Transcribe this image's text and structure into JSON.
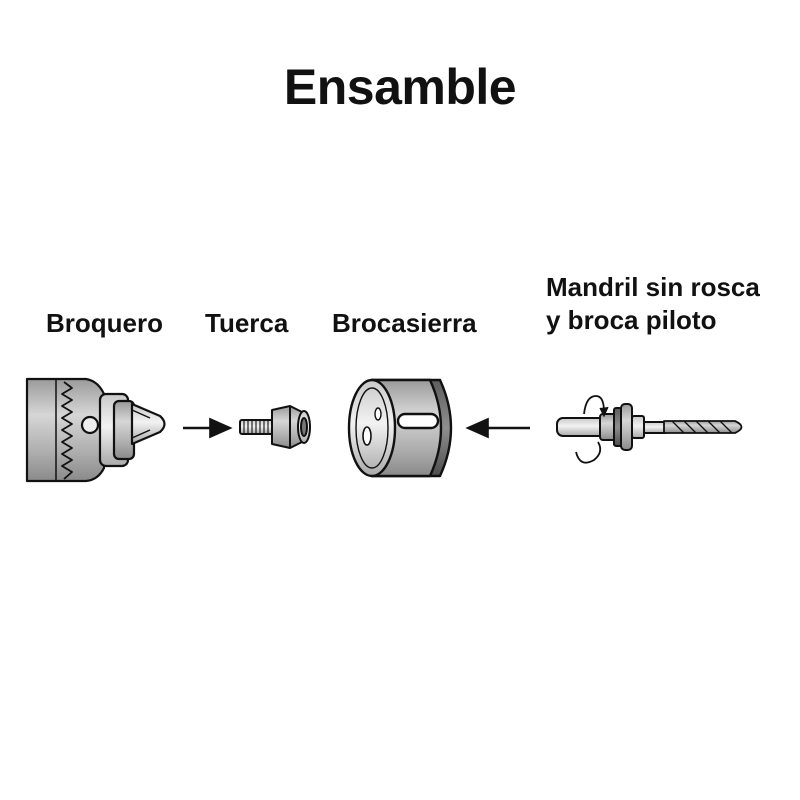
{
  "title": "Ensamble",
  "components": {
    "broquero": "Broquero",
    "tuerca": "Tuerca",
    "brocasierra": "Brocasierra",
    "mandril_line1": "Mandril sin rosca",
    "mandril_line2": "y broca piloto"
  },
  "colors": {
    "outline": "#111111",
    "metal_light": "#e4e4e4",
    "metal_mid": "#b8b8b8",
    "metal_dark": "#6e6e6e",
    "background": "#ffffff"
  },
  "icons": [
    "arrow-right-icon",
    "arrow-left-icon",
    "rotation-arrow-icon"
  ]
}
